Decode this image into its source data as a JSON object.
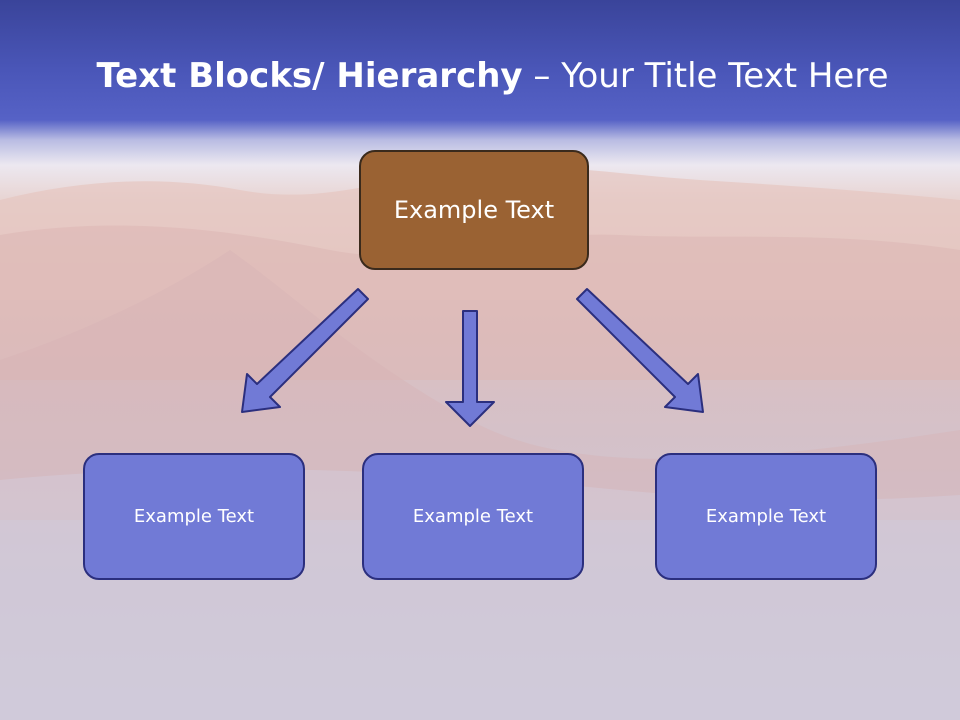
{
  "slide": {
    "title_bold": "Text Blocks/ Hierarchy",
    "title_rest": " – Your Title Text Here"
  },
  "hierarchy": {
    "top": "Example Text",
    "children": [
      "Example Text",
      "Example Text",
      "Example Text"
    ]
  },
  "colors": {
    "top_fill": "#9a6233",
    "child_fill": "#717ad6",
    "child_border": "#2b2f7e",
    "arrow_fill": "#717ad6"
  }
}
